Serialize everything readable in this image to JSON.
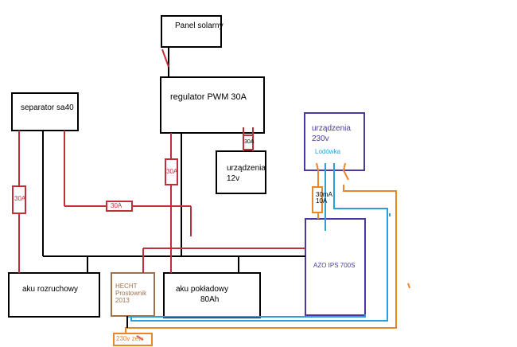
{
  "diagram": {
    "nodes": {
      "panel": {
        "label": "Panel solarny"
      },
      "regulator": {
        "label": "regulator PWM 30A"
      },
      "separator": {
        "label": "separator sa40"
      },
      "urz12": {
        "line1": "urządzenia",
        "line2": "12v"
      },
      "urz230": {
        "line1": "urządzenia",
        "line2": "230v",
        "sub": "Lodówka"
      },
      "azo": {
        "label": "AZO IPS 700S"
      },
      "aku_rozruchowy": {
        "label": "aku rozruchowy"
      },
      "aku_pokladowy": {
        "line1": "aku pokładowy",
        "line2": "80Ah"
      },
      "hecht": {
        "line1": "HECHT",
        "line2": "Prostownik",
        "line3": "2013"
      },
      "zew": {
        "label": "230v zew"
      }
    },
    "fuses": {
      "fuse_separator": "30A",
      "fuse_middle": "30A",
      "fuse_regulator": "30A",
      "fuse_urz12": "30A",
      "fuse_rcd": {
        "line1": "30mA",
        "line2": "10A"
      }
    },
    "colors": {
      "black": "#000000",
      "red": "#c0303a",
      "blue": "#2a9fd8",
      "orange": "#e8862a",
      "purple": "#4a3aa0",
      "brown": "#a0704a",
      "pink": "#e04a70"
    }
  }
}
